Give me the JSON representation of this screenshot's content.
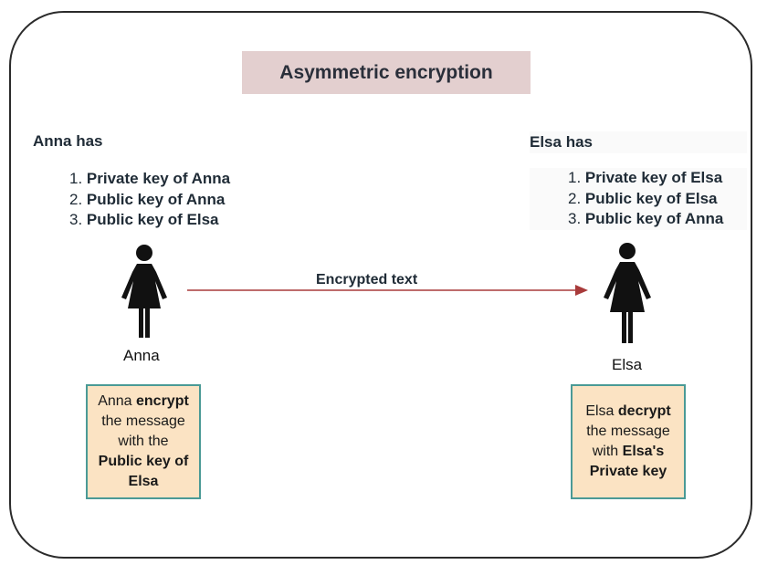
{
  "title": "Asymmetric encryption",
  "anna": {
    "heading": "Anna has",
    "keys": [
      {
        "num": "1.",
        "text": "Private key of Anna"
      },
      {
        "num": "2.",
        "text": "Public key of Anna"
      },
      {
        "num": "3.",
        "text": "Public key of Elsa"
      }
    ],
    "name": "Anna",
    "note": {
      "l1a": "Anna ",
      "l1b": "encrypt",
      "l2": "the message",
      "l3": "with the",
      "l4": "Public key of",
      "l5": "Elsa"
    }
  },
  "elsa": {
    "heading": "Elsa has",
    "keys": [
      {
        "num": "1.",
        "text": "Private key of Elsa"
      },
      {
        "num": "2.",
        "text": "Public key of Elsa"
      },
      {
        "num": "3.",
        "text": "Public key of Anna"
      }
    ],
    "name": "Elsa",
    "note": {
      "l1a": "Elsa ",
      "l1b": "decrypt",
      "l2": "the message",
      "l3a": "with ",
      "l3b": "Elsa's",
      "l4": "Private key"
    }
  },
  "arrow": {
    "label": "Encrypted text",
    "color": "#a83a3a"
  },
  "colors": {
    "title_bg": "#e3cfcf",
    "note_bg": "#fbe3c3",
    "note_border": "#4a9a96",
    "frame": "#2b2b2b"
  }
}
